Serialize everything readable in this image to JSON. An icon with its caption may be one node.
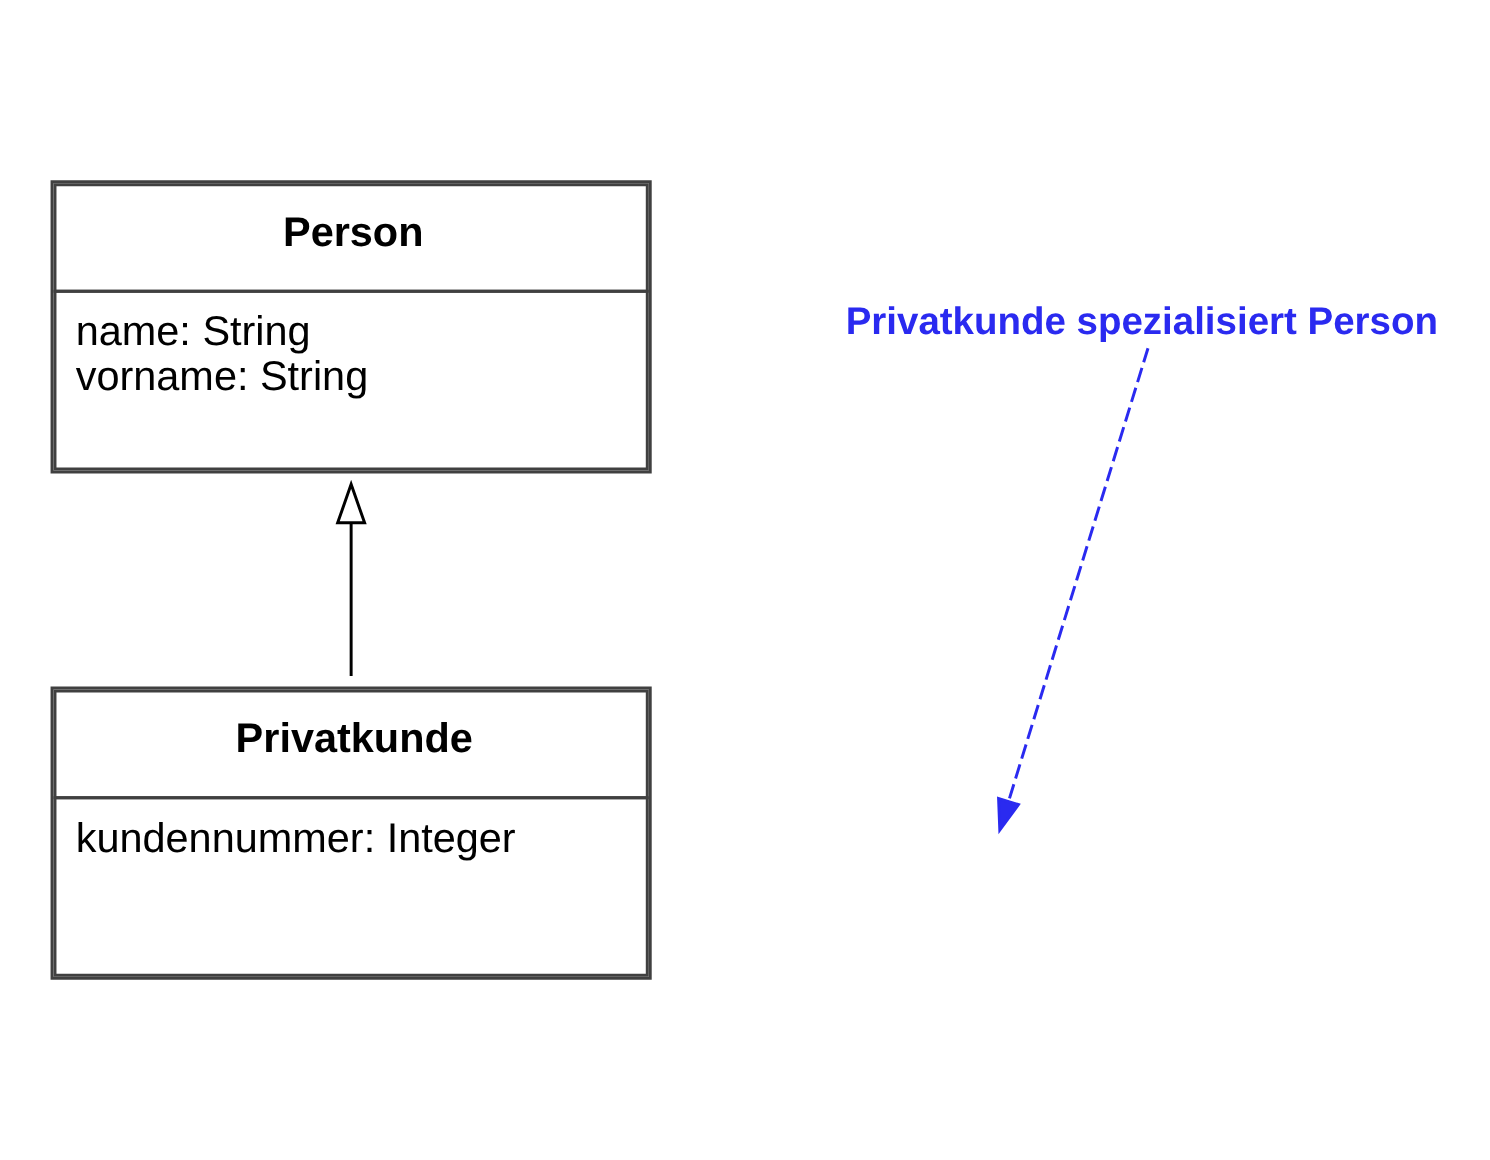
{
  "diagram": {
    "nodes": [
      {
        "text": [
          "Person",
          "name: String",
          "vorname: String"
        ]
      },
      {
        "text": [
          "Privatkunde",
          "kundennummer: Integer"
        ]
      },
      {
        "text": [
          "Privatkunde spezialisiert Person"
        ]
      }
    ],
    "edges": [
      {
        "from": 1,
        "to": 0,
        "arrow": "to"
      },
      {
        "from": 2,
        "to": null,
        "arrow": "to",
        "style": "dashed",
        "color": "#2a2af0"
      }
    ]
  }
}
